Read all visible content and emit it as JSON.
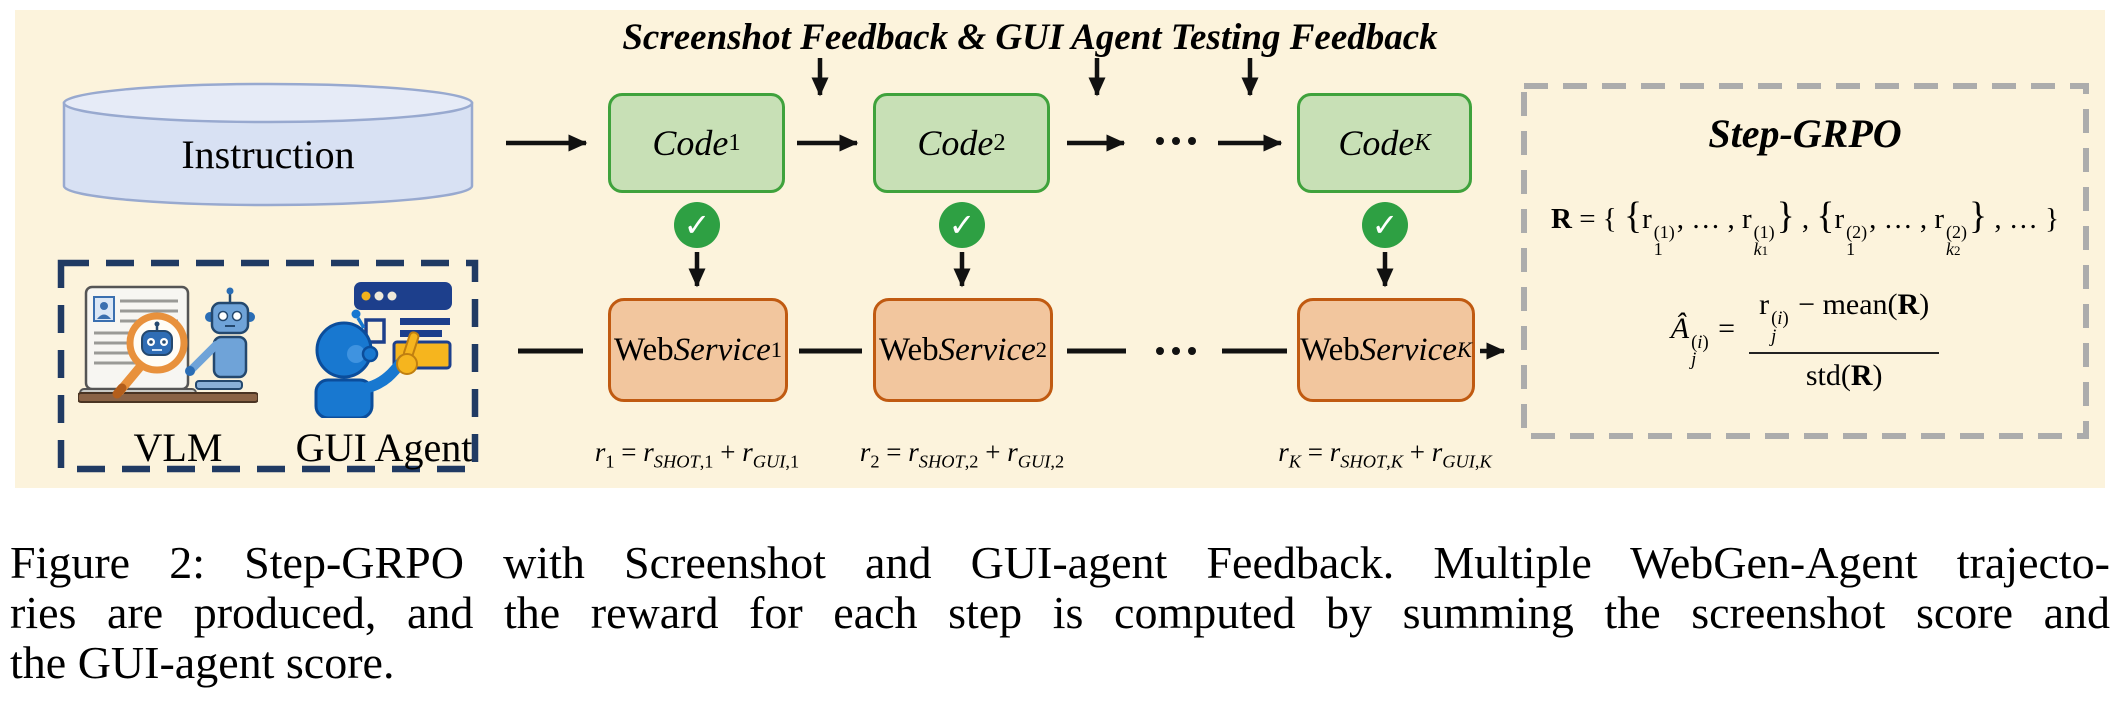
{
  "diagram": {
    "title": "Screenshot Feedback & GUI Agent Testing Feedback",
    "instruction_label": "Instruction",
    "steps": [
      {
        "code_html": "<i>Code</i><sub>1</sub>",
        "web_html": "Web<br><i>Service</i><sub>1</sub>",
        "reward_html": "<i>r</i><sub>1</sub> = <i>r</i><sub><i>SHOT</i>,1</sub> + <i>r</i><sub><i>GUI</i>,1</sub>"
      },
      {
        "code_html": "<i>Code</i><sub>2</sub>",
        "web_html": "Web<br><i>Service</i><sub>2</sub>",
        "reward_html": "<i>r</i><sub>2</sub> = <i>r</i><sub><i>SHOT</i>,2</sub> + <i>r</i><sub><i>GUI</i>,2</sub>"
      },
      {
        "code_html": "<i>Code</i><sub><i>K</i></sub>",
        "web_html": "Web<br><i>Service</i><sub><i>K</i></sub>",
        "reward_html": "<i>r</i><sub><i>K</i></sub> = <i>r</i><sub><i>SHOT</i>,<i>K</i></sub> + <i>r</i><sub><i>GUI</i>,<i>K</i></sub>"
      }
    ],
    "vlm_box": {
      "vlm_label": "VLM",
      "gui_label": "GUI Agent"
    },
    "grpo": {
      "title": "Step-GRPO",
      "set_formula_html": "<b>R</b> = { <span class='br'>{</span>r<span class='ss'><span class='u'>(1)</span><span class='d'>1</span></span>, … , r<span class='ss'><span class='u'>(1)</span><span class='d'><i>k</i><sub>1</sub></span></span><span class='br'>}</span> , <span class='br'>{</span>r<span class='ss'><span class='u'>(2)</span><span class='d'>1</span></span>, … , r<span class='ss'><span class='u'>(2)</span><span class='d'><i>k</i><sub>2</sub></span></span><span class='br'>}</span> , … }",
      "advantage_lhs_html": "<i>Â</i><span class='ss'><span class='u'>(<i>i</i>)</span><span class='d'><i>j</i></span></span> =",
      "advantage_num_html": "r<span class='ss'><span class='u'>(<i>i</i>)</span><span class='d'><i>j</i></span></span> − mean(<b>R</b>)",
      "advantage_den_html": "std(<b>R</b>)"
    }
  },
  "icons": {
    "check": "✓"
  },
  "caption": {
    "line1": "Figure 2: Step-GRPO with Screenshot and GUI-agent Feedback. Multiple WebGen-Agent trajecto-",
    "line2": "ries are produced, and the reward for each step is computed by summing the screenshot score and",
    "line3": "the GUI-agent score."
  },
  "colors": {
    "panel_bg": "#FCF3DC",
    "code_fill": "#C8E0B6",
    "code_border": "#3FA23C",
    "web_fill": "#F2C69E",
    "web_border": "#C05A11",
    "check_green": "#2EA043",
    "cylinder_fill": "#D8E1F3",
    "cylinder_border": "#98A9CF",
    "vlm_dash": "#203A63",
    "grpo_dash": "#ACACAC",
    "arrow_black": "#111111"
  }
}
